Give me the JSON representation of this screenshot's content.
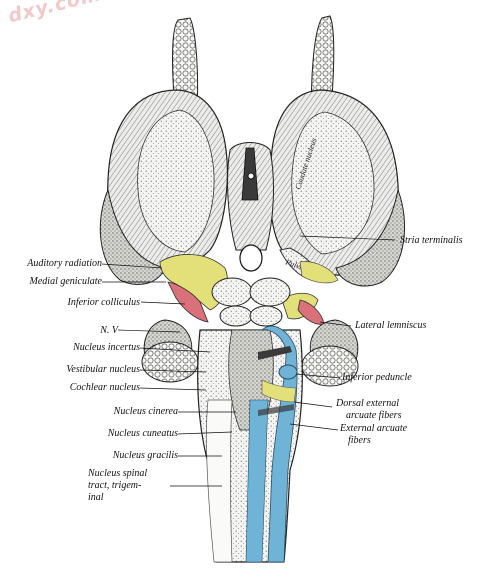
{
  "watermark": "dxy.com",
  "inner_labels": {
    "caudate": "Caudate nucleus",
    "pulvinar": "Pulvinar"
  },
  "labels": {
    "stria_terminalis": "Stria terminalis",
    "auditory_radiation": "Auditory radiation",
    "medial_geniculate": "Medial geniculate",
    "inferior_colliculus": "Inferior colliculus",
    "nv": "N. V",
    "lateral_lemniscus": "Lateral lemniscus",
    "nucleus_incertus": "Nucleus incertus",
    "vestibular_nucleus": "Vestibular nucleus",
    "inferior_peduncle": "Inferior peduncle",
    "cochlear_nucleus": "Cochlear nucleus",
    "dorsal_external_l1": "Dorsal external",
    "dorsal_external_l2": "arcuate fibers",
    "nucleus_cinerea": "Nucleus cinerea",
    "external_arcuate_l1": "External arcuate",
    "external_arcuate_l2": "fibers",
    "nucleus_cuneatus": "Nucleus cuneatus",
    "nucleus_gracilis": "Nucleus gracilis",
    "spinal_l1": "Nucleus spinal",
    "spinal_l2": "tract, trigem-",
    "spinal_l3": "inal"
  },
  "colors": {
    "yellow": "#e3e07a",
    "red": "#d9707a",
    "blue": "#6fb3d6",
    "ink": "#1a1a1a"
  }
}
